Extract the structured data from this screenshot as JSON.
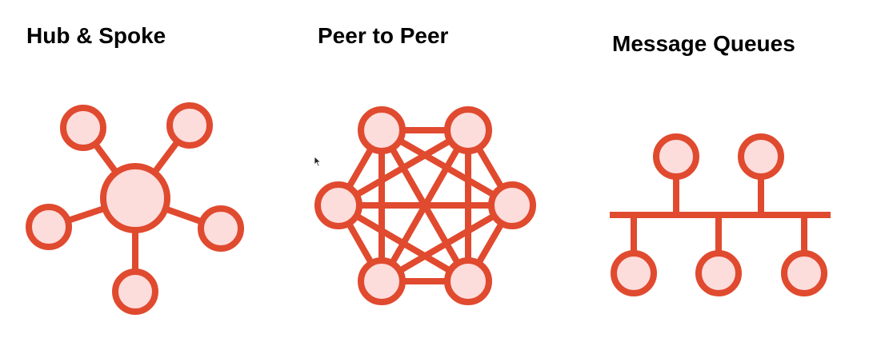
{
  "titles": {
    "hub_spoke": "Hub & Spoke",
    "peer_to_peer": "Peer to Peer",
    "message_queues": "Message Queues"
  },
  "colors": {
    "stroke": "#e04a2f",
    "fill": "#fddcdc",
    "text": "#000000",
    "background": "#ffffff"
  },
  "icons": {
    "cursor": "mouse-pointer-icon"
  }
}
